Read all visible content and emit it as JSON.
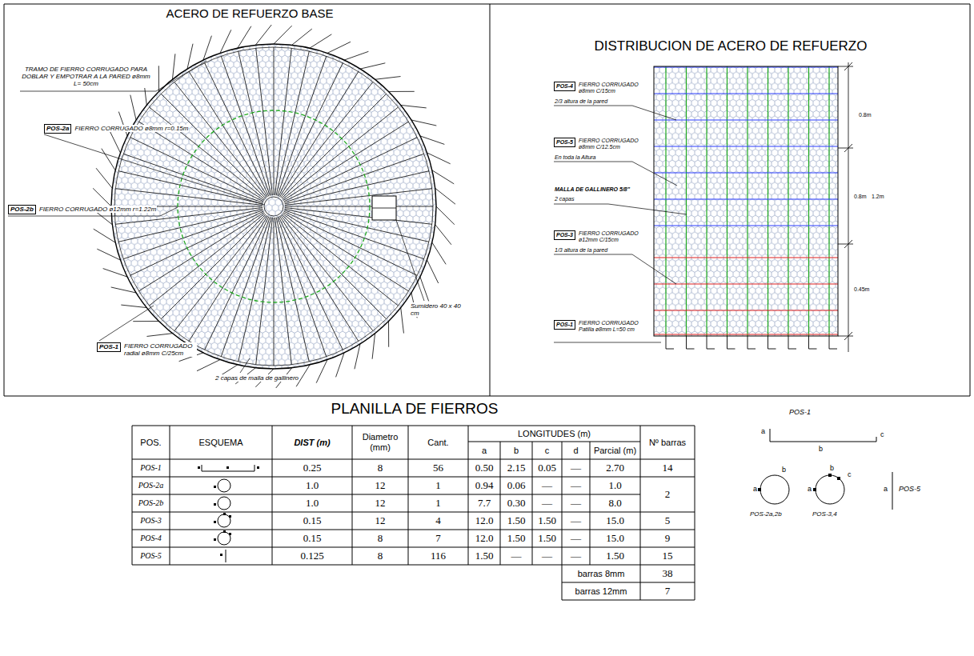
{
  "diagram": {
    "nodes": [
      {
        "text": [
          "POS-2a"
        ]
      },
      {
        "text": [
          "POS-2b"
        ]
      },
      {
        "text": [
          "POS-1"
        ]
      },
      {
        "text": [
          "POS-4"
        ]
      },
      {
        "text": [
          "POS-5"
        ]
      },
      {
        "text": [
          "POS-3"
        ]
      },
      {
        "text": [
          "POS-1"
        ]
      }
    ],
    "labels": [
      "ACERO DE REFUERZO BASE",
      "TRAMO DE FIERRO CORRUGADO PARA DOBLAR Y EMPOTRAR A LA PARED ø8mm L= 50cm",
      "FIERRO CORRUGADO ø8mm r=0.15m",
      "FIERRO CORRUGADO ø12mm r=1.22m",
      "FIERRO CORRUGADO radial ø8mm C/25cm",
      "2 capas de malla de gallinero",
      "Sumidero 40 x 40 cm",
      "DISTRIBUCION DE ACERO DE REFUERZO",
      "FIERRO CORRUGADO ø8mm C/15cm",
      "2/3 altura de la pared",
      "FIERRO CORRUGADO ø8mm C/12.5cm",
      "En toda la Altura",
      "MALLA DE GALLINERO 5/8\"",
      "2 capas",
      "FIERRO CORRUGADO ø12mm C/15cm",
      "1/3 altura de la pared",
      "FIERRO CORRUGADO Patilla ø8mm L=50 cm",
      "0.8m",
      "0.8m",
      "1.2m",
      "0.45m",
      "PLANILLA DE FIERROS",
      "POS.",
      "ESQUEMA",
      "DIST (m)",
      "Diametro (mm)",
      "Cant.",
      "LONGITUDES (m)",
      "a",
      "b",
      "c",
      "d",
      "Parcial (m)",
      "Nº barras",
      "POS-1",
      "0.25",
      "8",
      "56",
      "0.50",
      "2.15",
      "0.05",
      "—",
      "2.70",
      "14",
      "POS-2a",
      "1.0",
      "12",
      "1",
      "0.94",
      "0.06",
      "—",
      "—",
      "1.0",
      "2",
      "POS-2b",
      "1.0",
      "12",
      "1",
      "7.7",
      "0.30",
      "—",
      "—",
      "8.0",
      "POS-3",
      "0.15",
      "12",
      "4",
      "12.0",
      "1.50",
      "1.50",
      "—",
      "15.0",
      "5",
      "POS-4",
      "0.15",
      "8",
      "7",
      "12.0",
      "1.50",
      "1.50",
      "—",
      "15.0",
      "9",
      "POS-5",
      "0.125",
      "8",
      "116",
      "1.50",
      "—",
      "—",
      "—",
      "1.50",
      "15",
      "barras 8mm",
      "38",
      "barras 12mm",
      "7",
      "POS-1",
      "a",
      "b",
      "c",
      "POS-2a,2b",
      "a",
      "b",
      "POS-3,4",
      "a",
      "b",
      "c",
      "a",
      "POS-5"
    ]
  }
}
